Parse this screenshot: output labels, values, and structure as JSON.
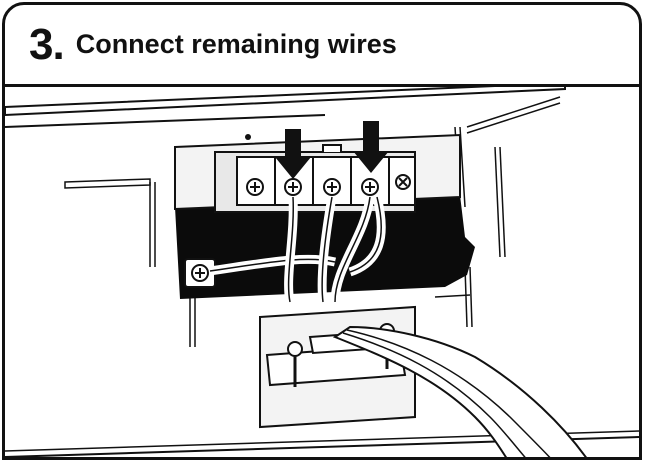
{
  "step": {
    "number": "3.",
    "title": "Connect remaining wires"
  },
  "illustration": {
    "subject": "terminal-block-wiring",
    "colors": {
      "ink": "#111111",
      "paper": "#ffffff",
      "panel": "#f2f2f2",
      "block": "#e6e6e6",
      "shadow": "#000000"
    }
  }
}
